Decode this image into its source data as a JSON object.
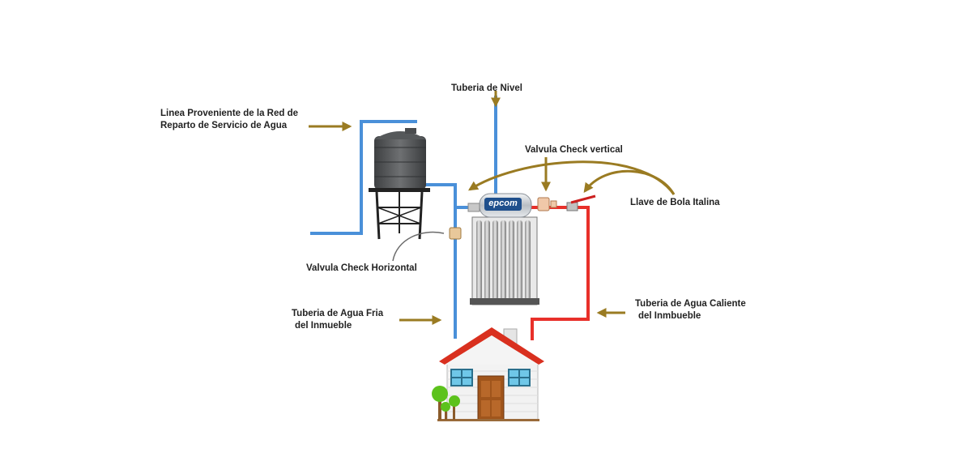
{
  "labels": {
    "red_line_1": "Linea Proveniente de la Red de",
    "red_line_2": "Reparto de Servicio de Agua",
    "tuberia_nivel": "Tuberia de Nivel",
    "check_vertical": "Valvula Check vertical",
    "llave_bola": "Llave de Bola Italina",
    "check_horizontal": "Valvula Check Horizontal",
    "fria_1": "Tuberia de Agua Fria",
    "fria_2": "del Inmueble",
    "caliente_1": "Tuberia de Agua Caliente",
    "caliente_2": "del Inmbueble"
  },
  "heater": {
    "brand": "epcom"
  },
  "colors": {
    "cold_pipe": "#4a90d9",
    "hot_pipe": "#e8302a",
    "arrow": "#9a7b22",
    "tank": "#5a5c5e",
    "roof": "#d9301f",
    "door": "#a0551c",
    "tree": "#5cc21c"
  }
}
